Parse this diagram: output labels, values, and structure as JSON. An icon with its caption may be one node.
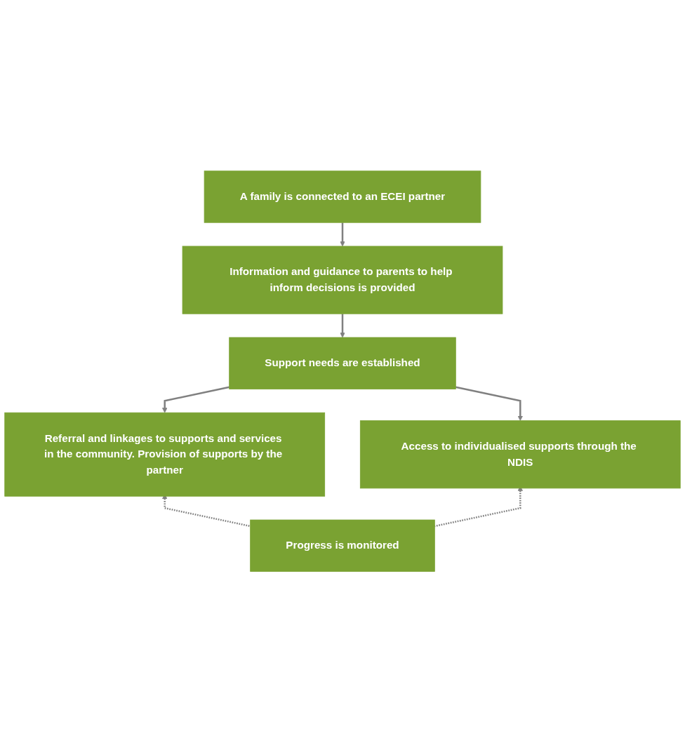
{
  "diagram": {
    "nodes": [
      {
        "text": [
          "A family is connected to an ECEI partner"
        ]
      },
      {
        "text": [
          "Information and guidance to parents to help inform decisions is provided"
        ]
      },
      {
        "text": [
          "Support needs are established"
        ]
      },
      {
        "text": [
          "Referral and linkages to supports and services in the community. Provision of supports by the partner"
        ]
      },
      {
        "text": [
          "Access to individualised supports through the NDIS"
        ]
      },
      {
        "text": [
          "Progress is monitored"
        ]
      }
    ],
    "edges": [
      {
        "from": 0,
        "to": 1,
        "arrow": "to"
      },
      {
        "from": 1,
        "to": 2,
        "arrow": "to"
      },
      {
        "from": 2,
        "to": 3,
        "arrow": "to"
      },
      {
        "from": 2,
        "to": 4,
        "arrow": "to"
      },
      {
        "from": 5,
        "to": 3,
        "arrow": "to",
        "style": "dashed"
      },
      {
        "from": 5,
        "to": 4,
        "arrow": "to",
        "style": "dashed"
      }
    ]
  }
}
